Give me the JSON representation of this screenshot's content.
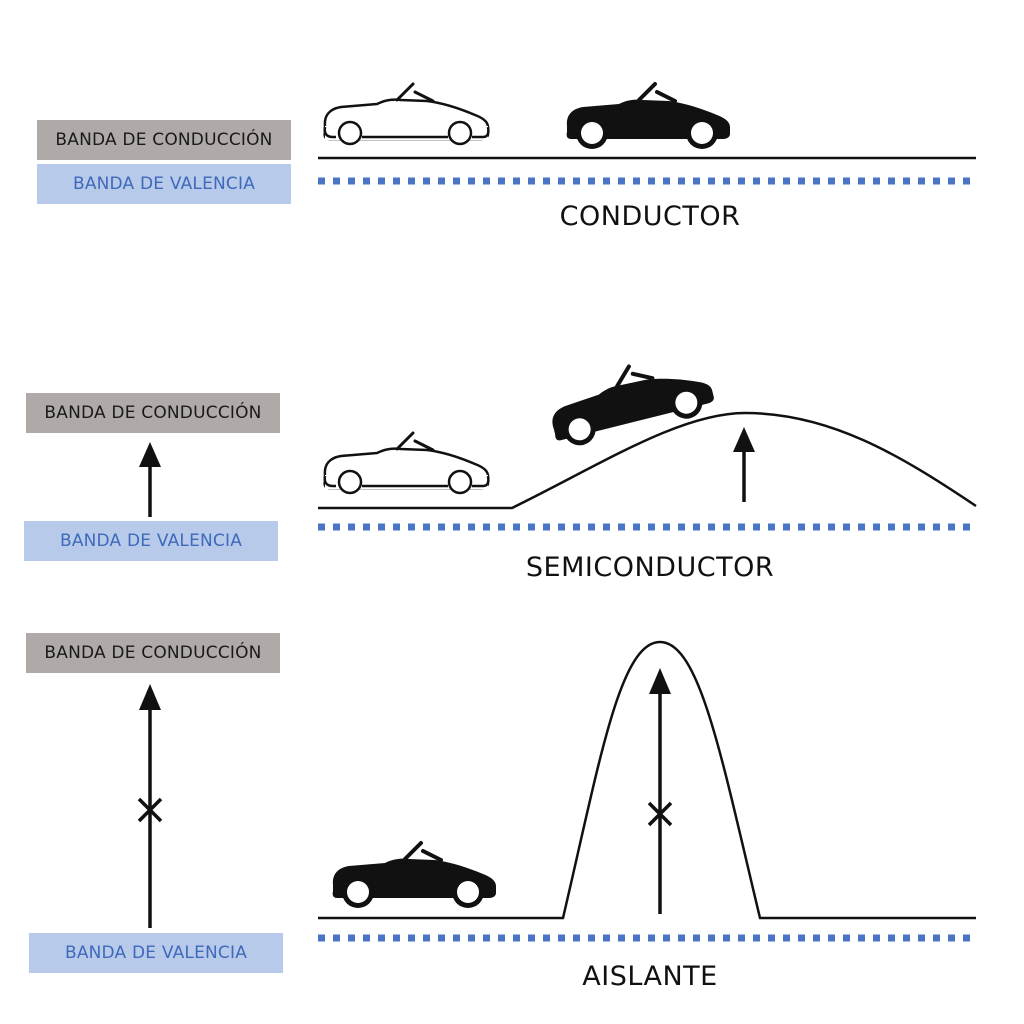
{
  "panels": [
    {
      "conduction_label": "BANDA DE CONDUCCIÓN",
      "valence_label": "BANDA DE VALENCIA",
      "caption": "CONDUCTOR"
    },
    {
      "conduction_label": "BANDA DE CONDUCCIÓN",
      "valence_label": "BANDA DE VALENCIA",
      "caption": "SEMICONDUCTOR"
    },
    {
      "conduction_label": "BANDA DE CONDUCCIÓN",
      "valence_label": "BANDA DE VALENCIA",
      "caption": "AISLANTE"
    }
  ],
  "colors": {
    "conduction_band": "#afaaa8",
    "valence_band": "#b7caea",
    "valence_text": "#3f69bb",
    "dotted_line": "#4a74c4",
    "ink": "#111111"
  }
}
